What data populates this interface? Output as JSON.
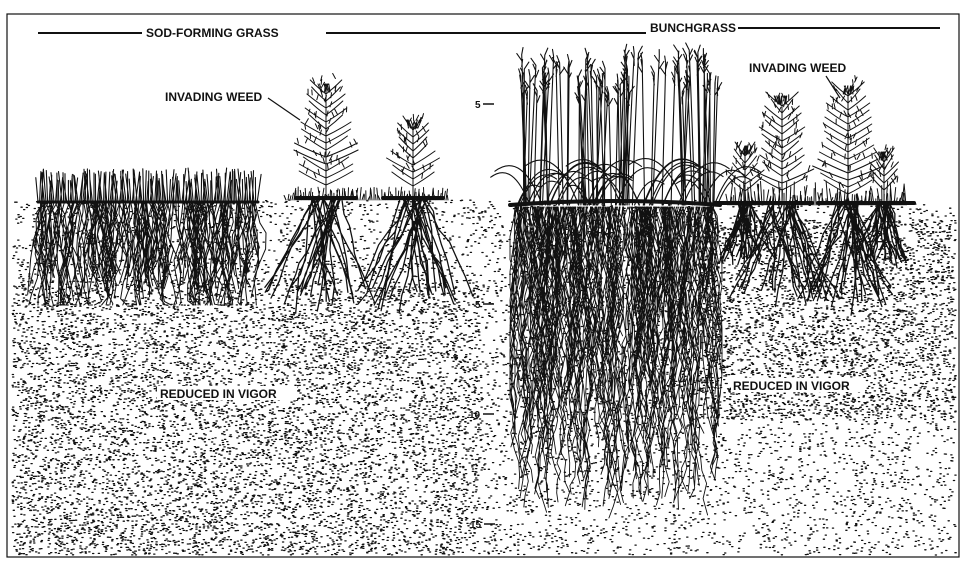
{
  "headers": {
    "sod": "SOD-FORMING GRASS",
    "bunch": "BUNCHGRASS"
  },
  "labels": {
    "weed_left": "INVADING WEED",
    "weed_right": "INVADING WEED",
    "reduced_left": "REDUCED IN VIGOR",
    "reduced_right": "REDUCED IN VIGOR"
  },
  "scale": {
    "top_5": "5",
    "mid_5": "5",
    "mid_10": "10",
    "bottom_15": "15"
  },
  "colors": {
    "ink": "#111111",
    "paper": "#ffffff"
  }
}
